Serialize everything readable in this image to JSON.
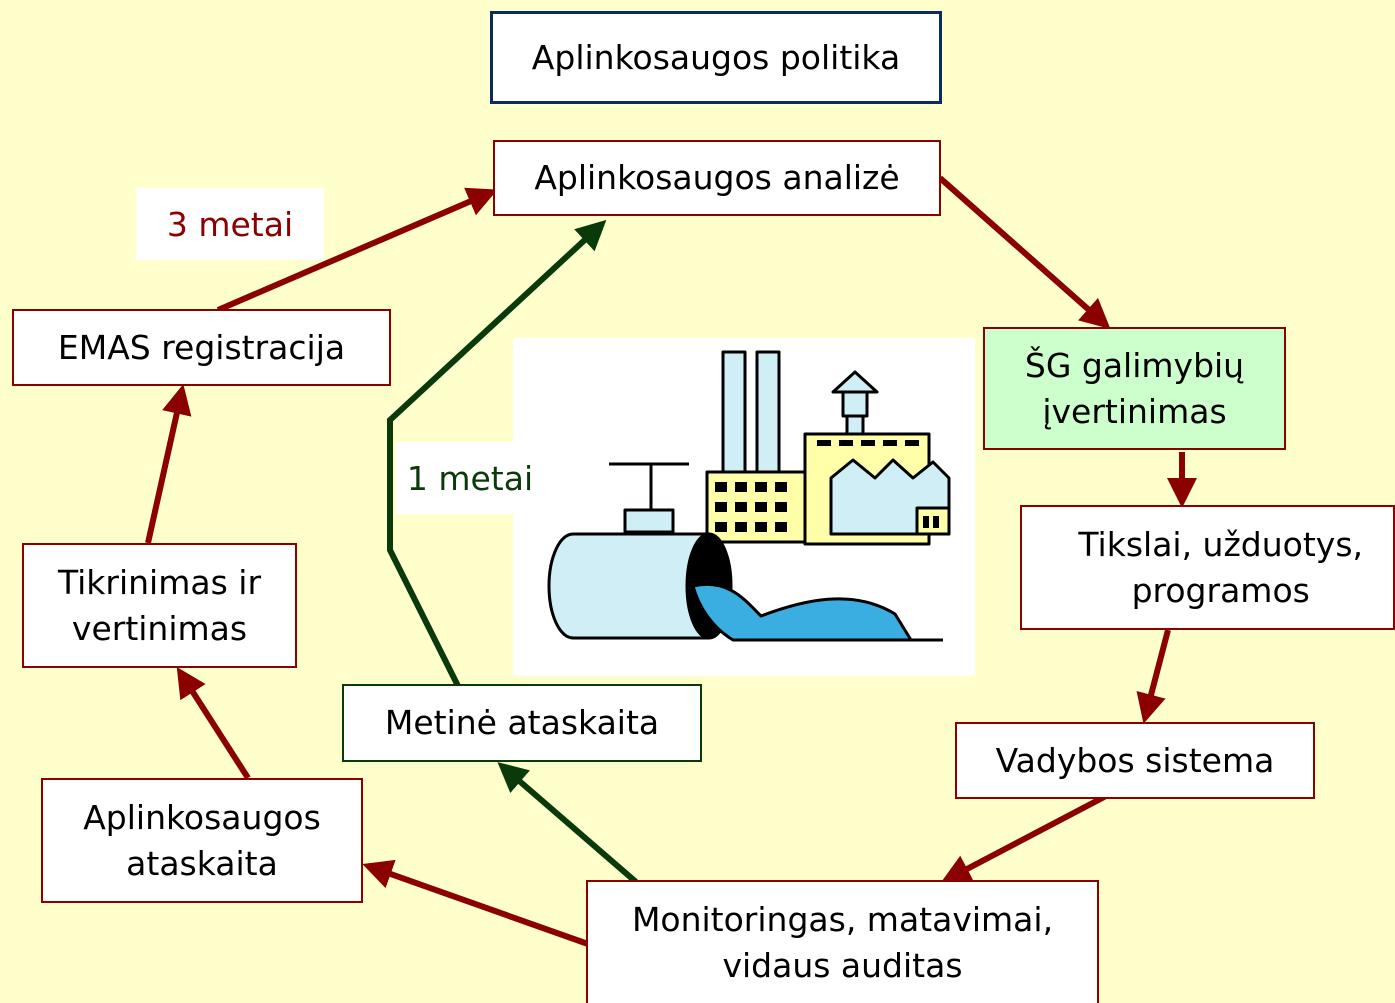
{
  "boxes": {
    "policy": "Aplinkosaugos politika",
    "analysis": "Aplinkosaugos analizė",
    "sg": "ŠG galimybių\nįvertinimas",
    "goals": "Tikslai, užduotys,\nprogramos",
    "management": "Vadybos sistema",
    "monitoring": "Monitoringas, matavimai,\nvidaus auditas",
    "annual_report": "Metinė ataskaita",
    "env_report": "Aplinkosaugos\nataskaita",
    "verification": "Tikrinimas ir\nvertinimas",
    "emas": "EMAS registracija"
  },
  "labels": {
    "three_years": "3 metai",
    "one_year": "1 metai"
  },
  "colors": {
    "background": "#ffffcc",
    "main_cycle": "#8b0000",
    "annual_cycle": "#0a3a0a",
    "policy_border": "#0b2a5e",
    "sg_fill": "#ccffcc"
  },
  "icons": {
    "illustration": "factory-pipe-discharge-icon"
  }
}
